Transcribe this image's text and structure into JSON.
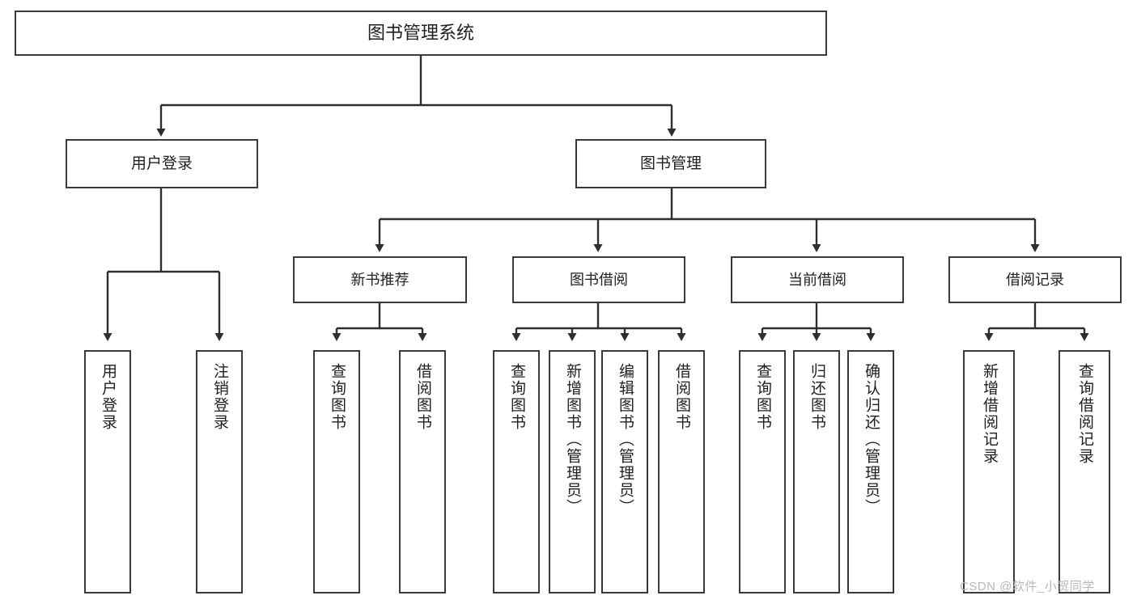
{
  "diagram": {
    "title": "图书管理系统",
    "type": "tree-hierarchy-chart",
    "watermark": "CSDN @软件_小贺同学",
    "line_color": "#3a3a3a",
    "background_color": "#ffffff",
    "text_color": "#1f1f1f"
  },
  "root": {
    "label": "图书管理系统"
  },
  "level2": [
    {
      "label": "用户登录"
    },
    {
      "label": "图书管理"
    }
  ],
  "level3": [
    {
      "label": "新书推荐"
    },
    {
      "label": "图书借阅"
    },
    {
      "label": "当前借阅"
    },
    {
      "label": "借阅记录"
    }
  ],
  "leaves": {
    "user_login": [
      {
        "label": "用户登录"
      },
      {
        "label": "注销登录"
      }
    ],
    "new_book_recommend": [
      {
        "label": "查询图书"
      },
      {
        "label": "借阅图书"
      }
    ],
    "book_borrow": [
      {
        "label": "查询图书"
      },
      {
        "label": "新增图书（管理员）"
      },
      {
        "label": "编辑图书（管理员）"
      },
      {
        "label": "借阅图书"
      }
    ],
    "current_borrow": [
      {
        "label": "查询图书"
      },
      {
        "label": "归还图书"
      },
      {
        "label": "确认归还（管理员）"
      }
    ],
    "borrow_record": [
      {
        "label": "新增借阅记录"
      },
      {
        "label": "查询借阅记录"
      }
    ]
  }
}
